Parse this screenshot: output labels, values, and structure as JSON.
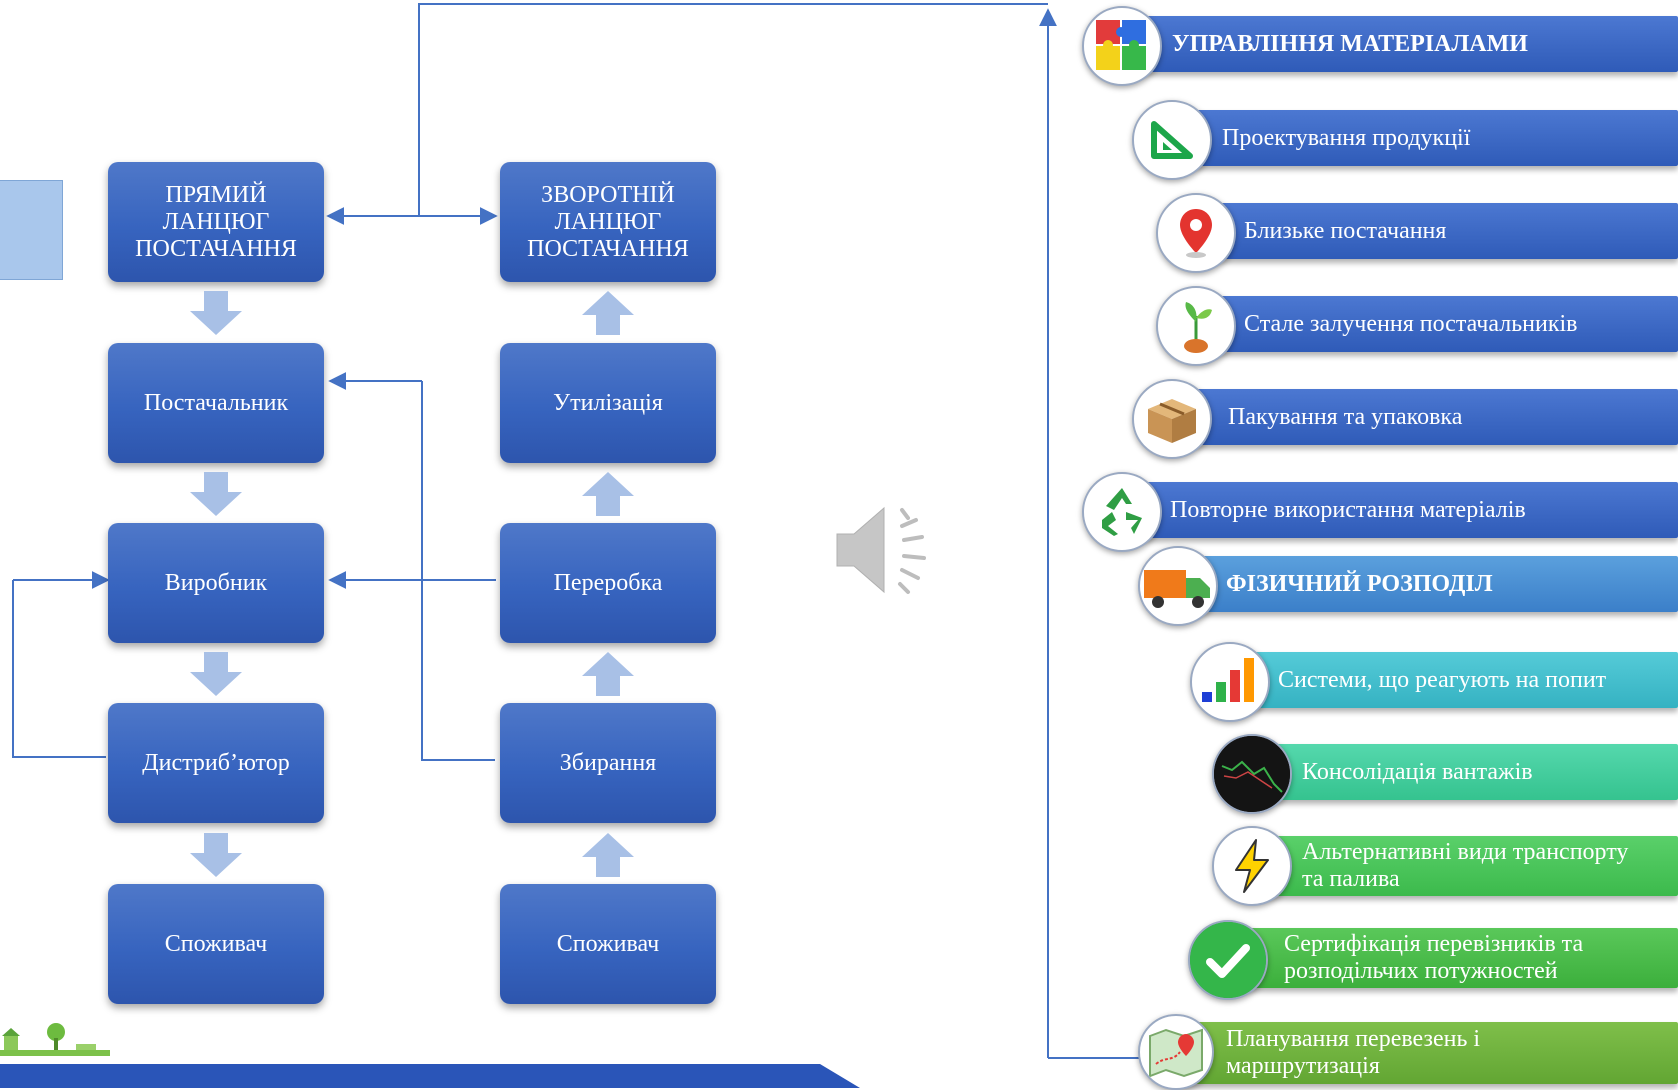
{
  "left": {
    "forward_title": "ПРЯМИЙ\nЛАНЦЮГ\nПОСТАЧАННЯ",
    "reverse_title": "ЗВОРОТНІЙ\nЛАНЦЮГ\nПОСТАЧАННЯ",
    "forward": [
      "Постачальник",
      "Виробник",
      "Дистриб’ютор",
      "Споживач"
    ],
    "reverse": [
      "Утилізація",
      "Переробка",
      "Збирання",
      "Споживач"
    ]
  },
  "right": {
    "items": [
      {
        "label": "УПРАВЛІННЯ МАТЕРІАЛАМИ",
        "icon": "puzzle-icon"
      },
      {
        "label": "Проектування продукції",
        "icon": "triangle-ruler-icon"
      },
      {
        "label": "Близьке постачання",
        "icon": "map-pin-icon"
      },
      {
        "label": "Стале залучення постачальників",
        "icon": "sprout-icon"
      },
      {
        "label": "Пакування та упаковка",
        "icon": "cardboard-box-icon"
      },
      {
        "label": "Повторне використання матеріалів",
        "icon": "recycle-icon"
      },
      {
        "label": "ФІЗИЧНИЙ РОЗПОДІЛ",
        "icon": "truck-icon"
      },
      {
        "label": "Системи, що реагують на попит",
        "icon": "bar-chart-icon"
      },
      {
        "label": "Консолідація вантажів",
        "icon": "night-chart-icon"
      },
      {
        "label": "Альтернативні види транспорту\nта палива",
        "icon": "lightning-icon"
      },
      {
        "label": "Сертифікація перевізників та\nрозподільчих потужностей",
        "icon": "checkmark-icon"
      },
      {
        "label": "Планування перевезень і\nмаршрутизація",
        "icon": "route-map-icon"
      }
    ]
  },
  "colors": {
    "box_blue": "#3764bf",
    "connector": "#4472c4",
    "band_blue": "#3b68c6",
    "band_cyan": "#3fbccb",
    "band_teal": "#3fcf9f",
    "band_green": "#47c14c",
    "band_olive": "#6fb13f"
  }
}
